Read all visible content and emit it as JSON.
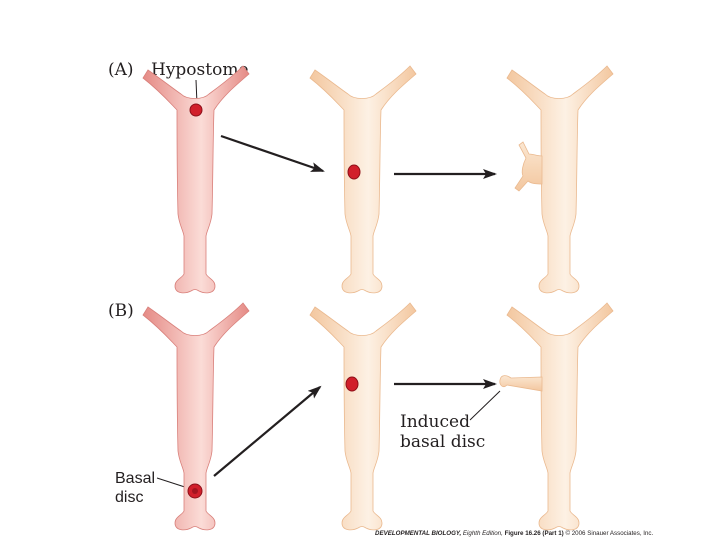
{
  "panels": {
    "a": {
      "tag": "(A)",
      "label": "Hypostome"
    },
    "b": {
      "tag": "(B)",
      "label_line1": "Basal",
      "label_line2": "disc"
    }
  },
  "induced": {
    "line1": "Induced",
    "line2": "basal disc"
  },
  "caption": {
    "part1": "DEVELOPMENTAL BIOLOGY,",
    "part2": "Eighth Edition,",
    "part3": "Figure 16.26 (Part 1)",
    "part4": "© 2006 Sinauer Associates, Inc."
  },
  "colors": {
    "donor_fill": "#eb9a95",
    "donor_highlight": "#fbdcd7",
    "host_fill": "#f8d6b3",
    "host_highlight": "#fdf1e4",
    "graft": "#d11f2b",
    "graft_stroke": "#8e1019",
    "arrow": "#231f20"
  },
  "icons": {
    "arrow": "arrow-icon",
    "hydra": "hydra-icon",
    "graft": "graft-tissue-icon"
  }
}
